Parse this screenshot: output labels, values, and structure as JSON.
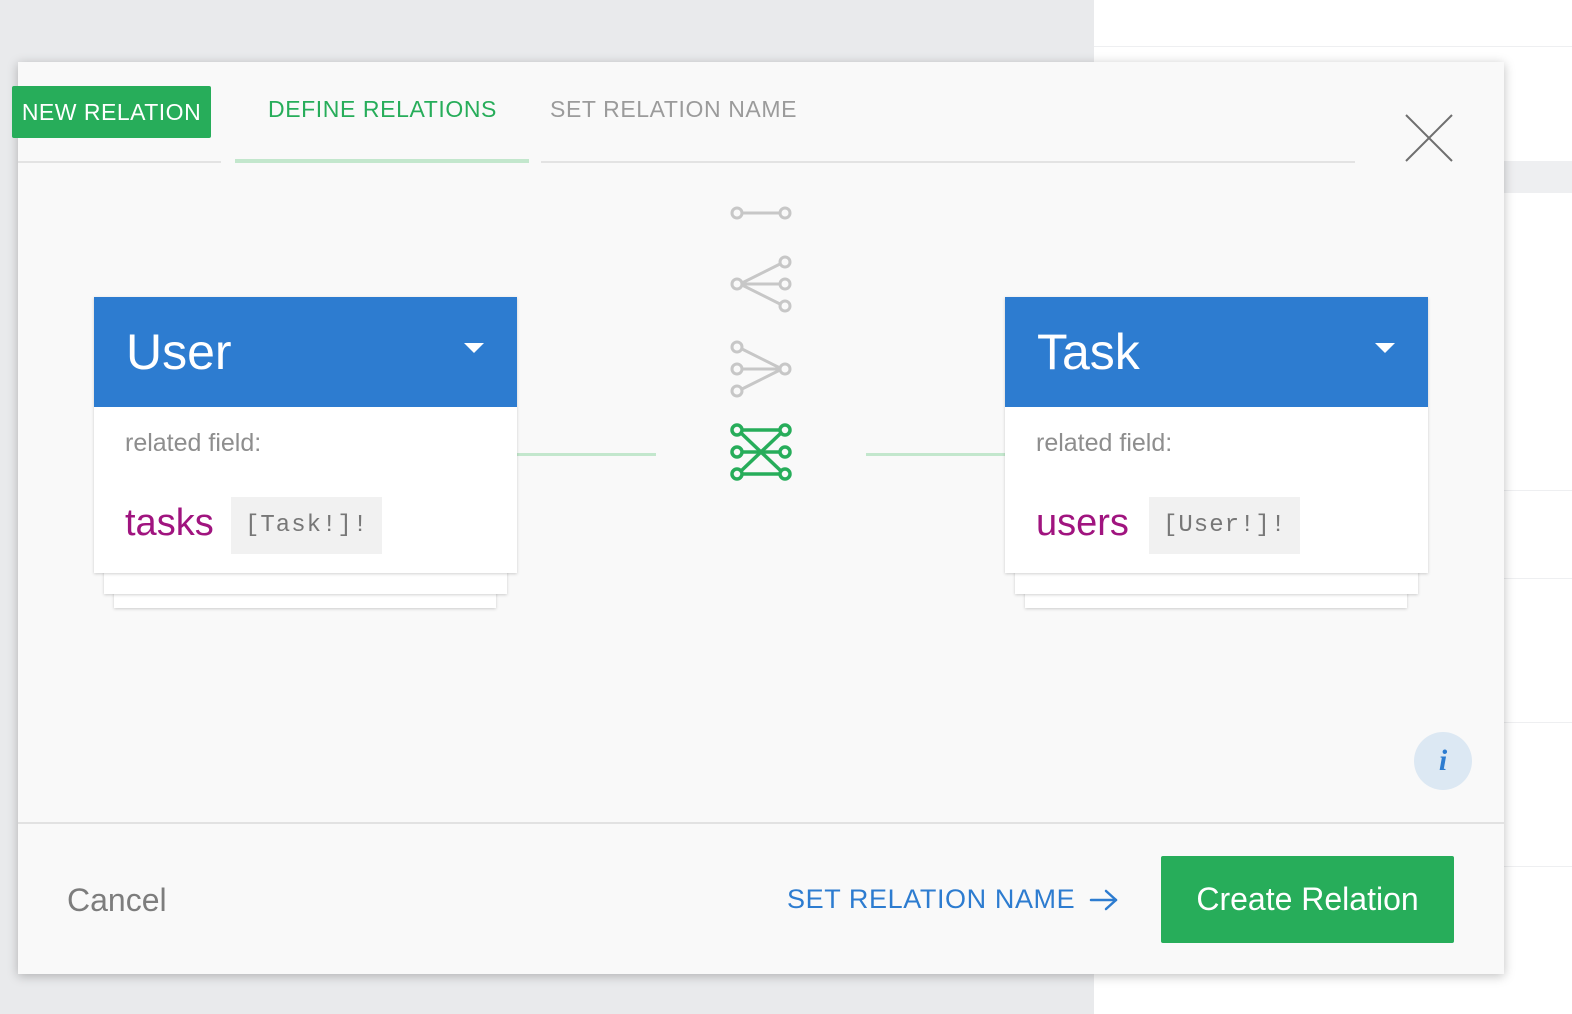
{
  "modal": {
    "badge_label": "NEW RELATION",
    "tabs": [
      {
        "label": "DEFINE RELATIONS",
        "active": true
      },
      {
        "label": "SET RELATION NAME",
        "active": false
      }
    ]
  },
  "left_model": {
    "name": "User",
    "related_field_label": "related field:",
    "field_name": "tasks",
    "field_type": "[Task!]!"
  },
  "right_model": {
    "name": "Task",
    "related_field_label": "related field:",
    "field_name": "users",
    "field_type": "[User!]!"
  },
  "relation_types": [
    {
      "name": "one-to-one",
      "icon": "one-to-one-icon",
      "selected": false
    },
    {
      "name": "one-to-many",
      "icon": "one-to-many-icon",
      "selected": false
    },
    {
      "name": "many-to-one",
      "icon": "many-to-one-icon",
      "selected": false
    },
    {
      "name": "many-to-many",
      "icon": "many-to-many-icon",
      "selected": true
    }
  ],
  "footer": {
    "cancel_label": "Cancel",
    "next_label": "SET RELATION NAME",
    "create_label": "Create Relation"
  },
  "colors": {
    "accent_green": "#27ad5a",
    "header_blue": "#2d7cd0",
    "field_purple": "#a0147f",
    "inactive_gray": "#c7c7c7"
  }
}
